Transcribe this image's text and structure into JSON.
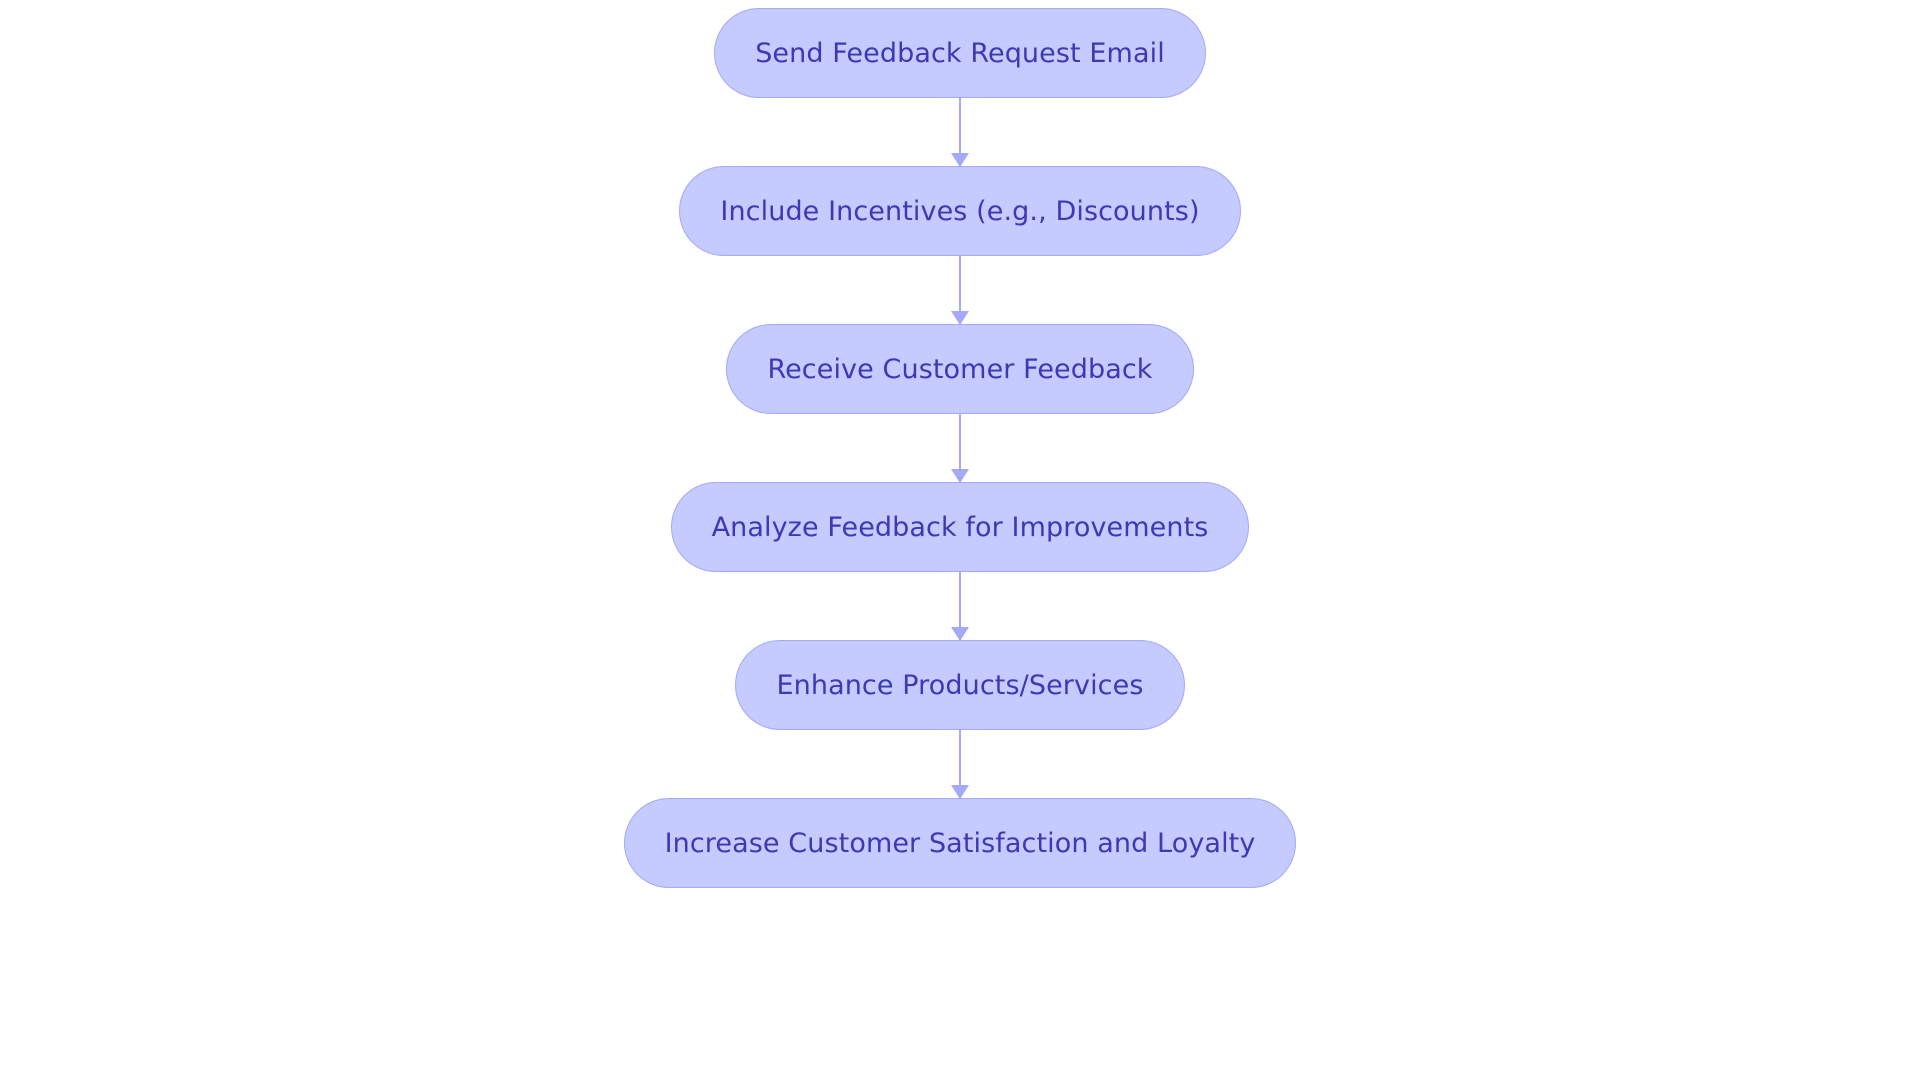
{
  "diagram": {
    "type": "flowchart",
    "direction": "top-to-bottom",
    "colors": {
      "node_fill": "#c5caff",
      "node_border": "#a3a9f7",
      "node_text": "#3a3ab5",
      "edge": "#a3a9f7",
      "background": "#ffffff"
    },
    "nodes": [
      {
        "id": "n1",
        "label": "Send Feedback Request Email"
      },
      {
        "id": "n2",
        "label": "Include Incentives (e.g., Discounts)"
      },
      {
        "id": "n3",
        "label": "Receive Customer Feedback"
      },
      {
        "id": "n4",
        "label": "Analyze Feedback for Improvements"
      },
      {
        "id": "n5",
        "label": "Enhance Products/Services"
      },
      {
        "id": "n6",
        "label": "Increase Customer Satisfaction and Loyalty"
      }
    ],
    "edges": [
      {
        "from": "n1",
        "to": "n2"
      },
      {
        "from": "n2",
        "to": "n3"
      },
      {
        "from": "n3",
        "to": "n4"
      },
      {
        "from": "n4",
        "to": "n5"
      },
      {
        "from": "n5",
        "to": "n6"
      }
    ]
  }
}
